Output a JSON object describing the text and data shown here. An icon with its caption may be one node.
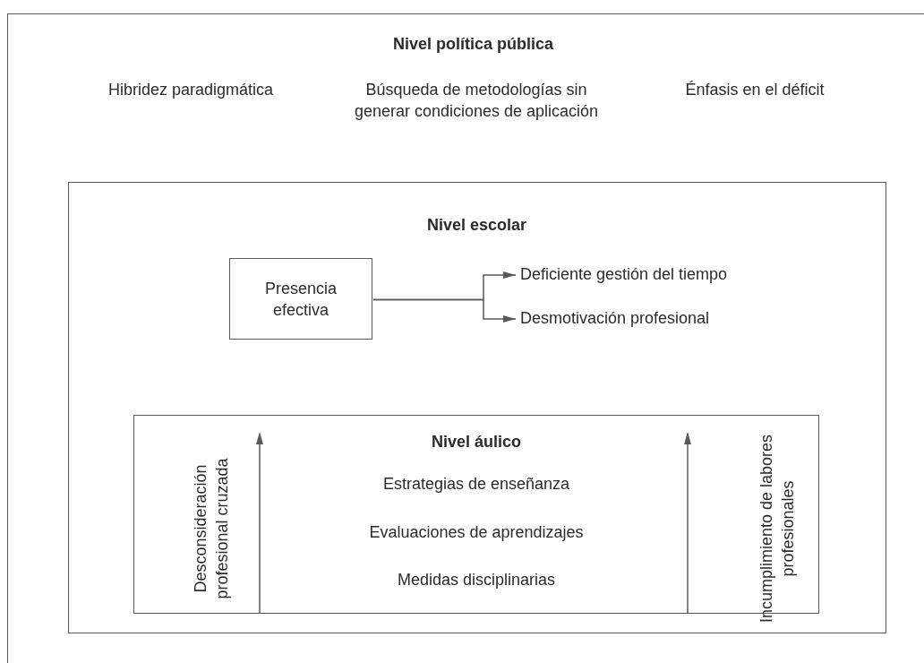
{
  "diagram": {
    "nodes": [
      {
        "text": [
          "Nivel política pública"
        ]
      },
      {
        "text": [
          "Nivel escolar"
        ],
        "in": 0
      },
      {
        "text": [
          "Presencia efectiva"
        ],
        "in": 1
      },
      {
        "text": [
          "Deficiente gestión del tiempo"
        ],
        "in": 1
      },
      {
        "text": [
          "Desmotivación profesional"
        ],
        "in": 1
      },
      {
        "text": [
          "Nivel áulico"
        ],
        "in": 1
      }
    ],
    "edges": [
      {
        "from": 2,
        "to": 3,
        "arrow": "to"
      },
      {
        "from": 2,
        "to": 4,
        "arrow": "to"
      }
    ],
    "labels": [
      "Hibridez paradigmática",
      "Búsqueda de metodologías sin generar condiciones de aplicación",
      "Énfasis en el déficit",
      "Desconsideración profesional cruzada",
      "Estrategias de enseñanza",
      "Evaluaciones de aprendizajes",
      "Medidas disciplinarias",
      "Incumplimiento de labores profesionales"
    ]
  }
}
